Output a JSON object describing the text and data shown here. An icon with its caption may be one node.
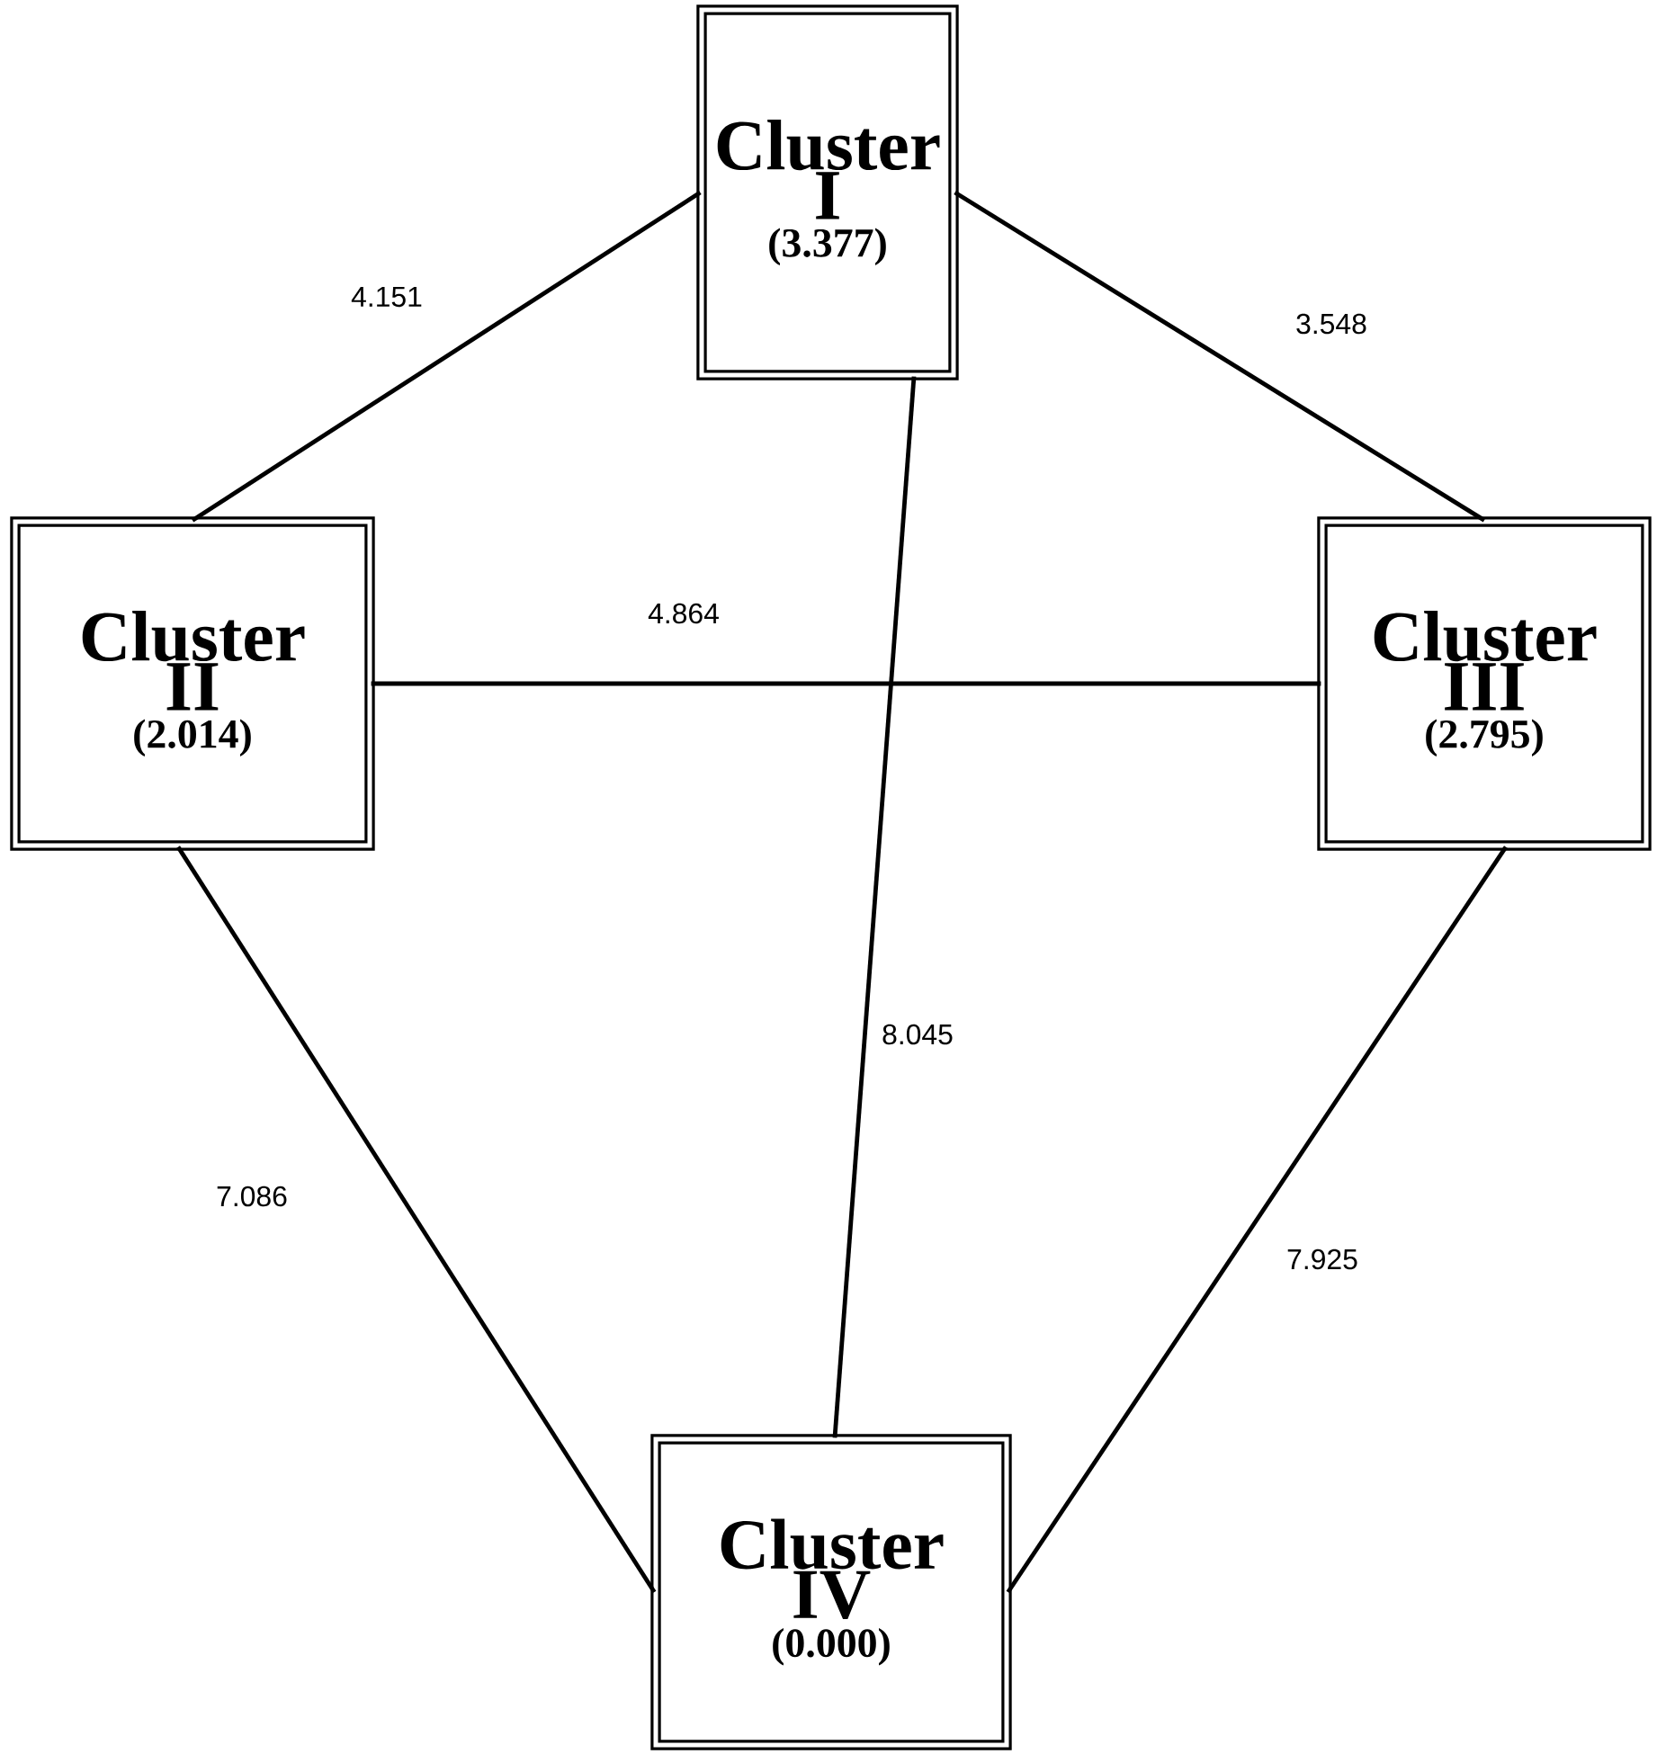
{
  "diagram": {
    "nodes": [
      {
        "text": [
          "Cluster I",
          "(3.377)"
        ]
      },
      {
        "text": [
          "Cluster II",
          "(2.014)"
        ]
      },
      {
        "text": [
          "Cluster III",
          "(2.795)"
        ]
      },
      {
        "text": [
          "Cluster IV",
          "(0.000)"
        ]
      }
    ],
    "edges": [
      {
        "from": 0,
        "to": 1,
        "arrow": "none",
        "label": "4.151"
      },
      {
        "from": 0,
        "to": 2,
        "arrow": "none",
        "label": "3.548"
      },
      {
        "from": 1,
        "to": 2,
        "arrow": "none",
        "label": "4.864"
      },
      {
        "from": 0,
        "to": 3,
        "arrow": "none",
        "label": "8.045"
      },
      {
        "from": 1,
        "to": 3,
        "arrow": "none",
        "label": "7.086"
      },
      {
        "from": 2,
        "to": 3,
        "arrow": "none",
        "label": "7.925"
      }
    ]
  }
}
